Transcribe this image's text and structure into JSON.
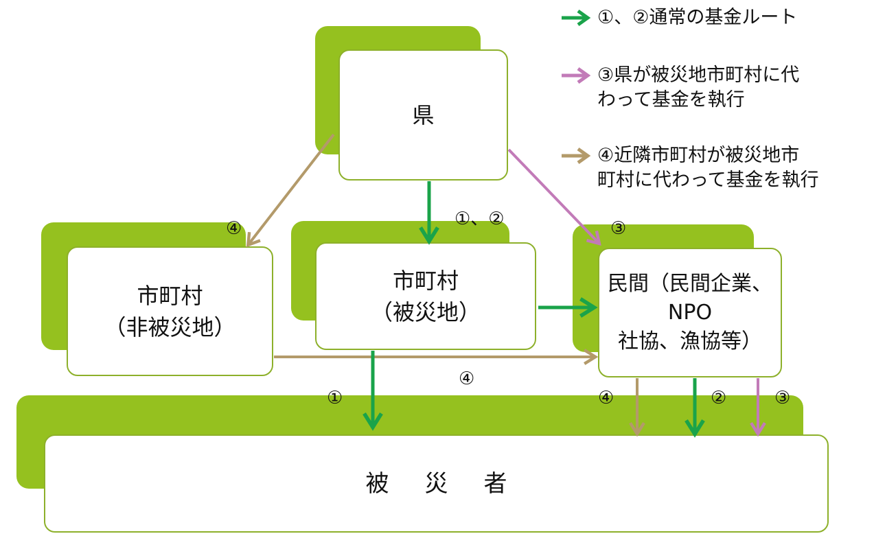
{
  "colors": {
    "green_block": "#95c11f",
    "route_green": "#1aa34a",
    "route_purple": "#c27bb8",
    "route_tan": "#b39a6a"
  },
  "nodes": {
    "prefecture": {
      "lines": [
        "県"
      ]
    },
    "municipality_affected": {
      "lines": [
        "市町村",
        "（被災地）"
      ]
    },
    "municipality_unaffected": {
      "lines": [
        "市町村",
        "（非被災地）"
      ]
    },
    "private": {
      "lines": [
        "民間（民間企業、",
        "NPO",
        "社協、漁協等）"
      ]
    },
    "victims": {
      "lines": [
        "被災者"
      ]
    }
  },
  "legend": [
    {
      "color": "route_green",
      "lines": [
        "①、②通常の基金ルート"
      ]
    },
    {
      "color": "route_purple",
      "lines": [
        "③県が被災地市町村に代",
        "わって基金を執行"
      ]
    },
    {
      "color": "route_tan",
      "lines": [
        "④近隣市町村が被災地市",
        "町村に代わって基金を執行"
      ]
    }
  ],
  "route_labels": {
    "pref_to_affected": "①、②",
    "pref_to_unaffected": "④",
    "pref_to_private": "③",
    "unaffected_to_private": "④",
    "affected_to_victims": "①",
    "private_to_victims_4": "④",
    "private_to_victims_2": "②",
    "private_to_victims_3": "③"
  }
}
